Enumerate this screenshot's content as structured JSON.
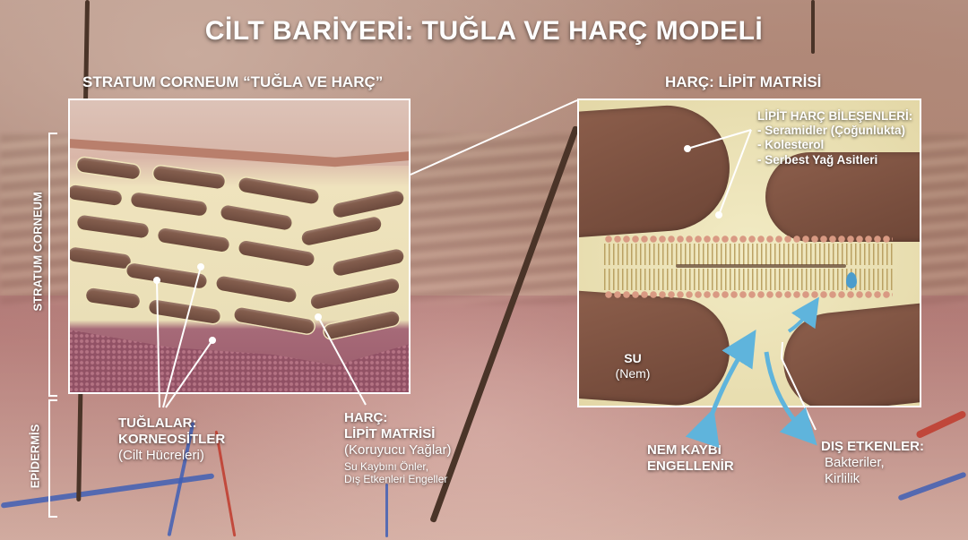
{
  "title": "CİLT BARİYERİ: TUĞLA VE HARÇ MODELİ",
  "left_panel": {
    "heading": "STRATUM CORNEUM “TUĞLA VE HARÇ”"
  },
  "right_panel": {
    "heading": "HARÇ: LİPİT MATRİSİ",
    "components": {
      "heading": "LİPİT HARÇ BİLEŞENLERİ:",
      "items": [
        "- Seramidler (Çoğunlukta)",
        "- Kolesterol",
        "- Serbest Yağ Asitleri"
      ]
    },
    "water": {
      "title": "SU",
      "subtitle": "(Nem)"
    }
  },
  "side_labels": {
    "stratum_corneum": "STRATUM CORNEUM",
    "epidermis": "EPİDERMİS"
  },
  "callouts": {
    "bricks": {
      "line1": "TUĞLALAR:",
      "line2": "KORNEOSİTLER",
      "line3": "(Cilt Hücreleri)"
    },
    "mortar": {
      "line1": "HARÇ:",
      "line2": "LİPİT MATRİSİ",
      "line3": "(Koruyucu Yağlar)",
      "line4": "Su Kaybını Önler,",
      "line5": "Dış Etkenleri Engeller"
    },
    "moisture": {
      "line1": "NEM KAYBI",
      "line2": "ENGELLENİR"
    },
    "external": {
      "line1": "DIŞ ETKENLER:",
      "line2": "Bakteriler,",
      "line3": "Kirlilik"
    }
  },
  "colors": {
    "corneocyte": "#7a5444",
    "lipid_matrix": "#efe4b9",
    "arrow": "#5fb4dc",
    "frame": "#ffffff"
  }
}
